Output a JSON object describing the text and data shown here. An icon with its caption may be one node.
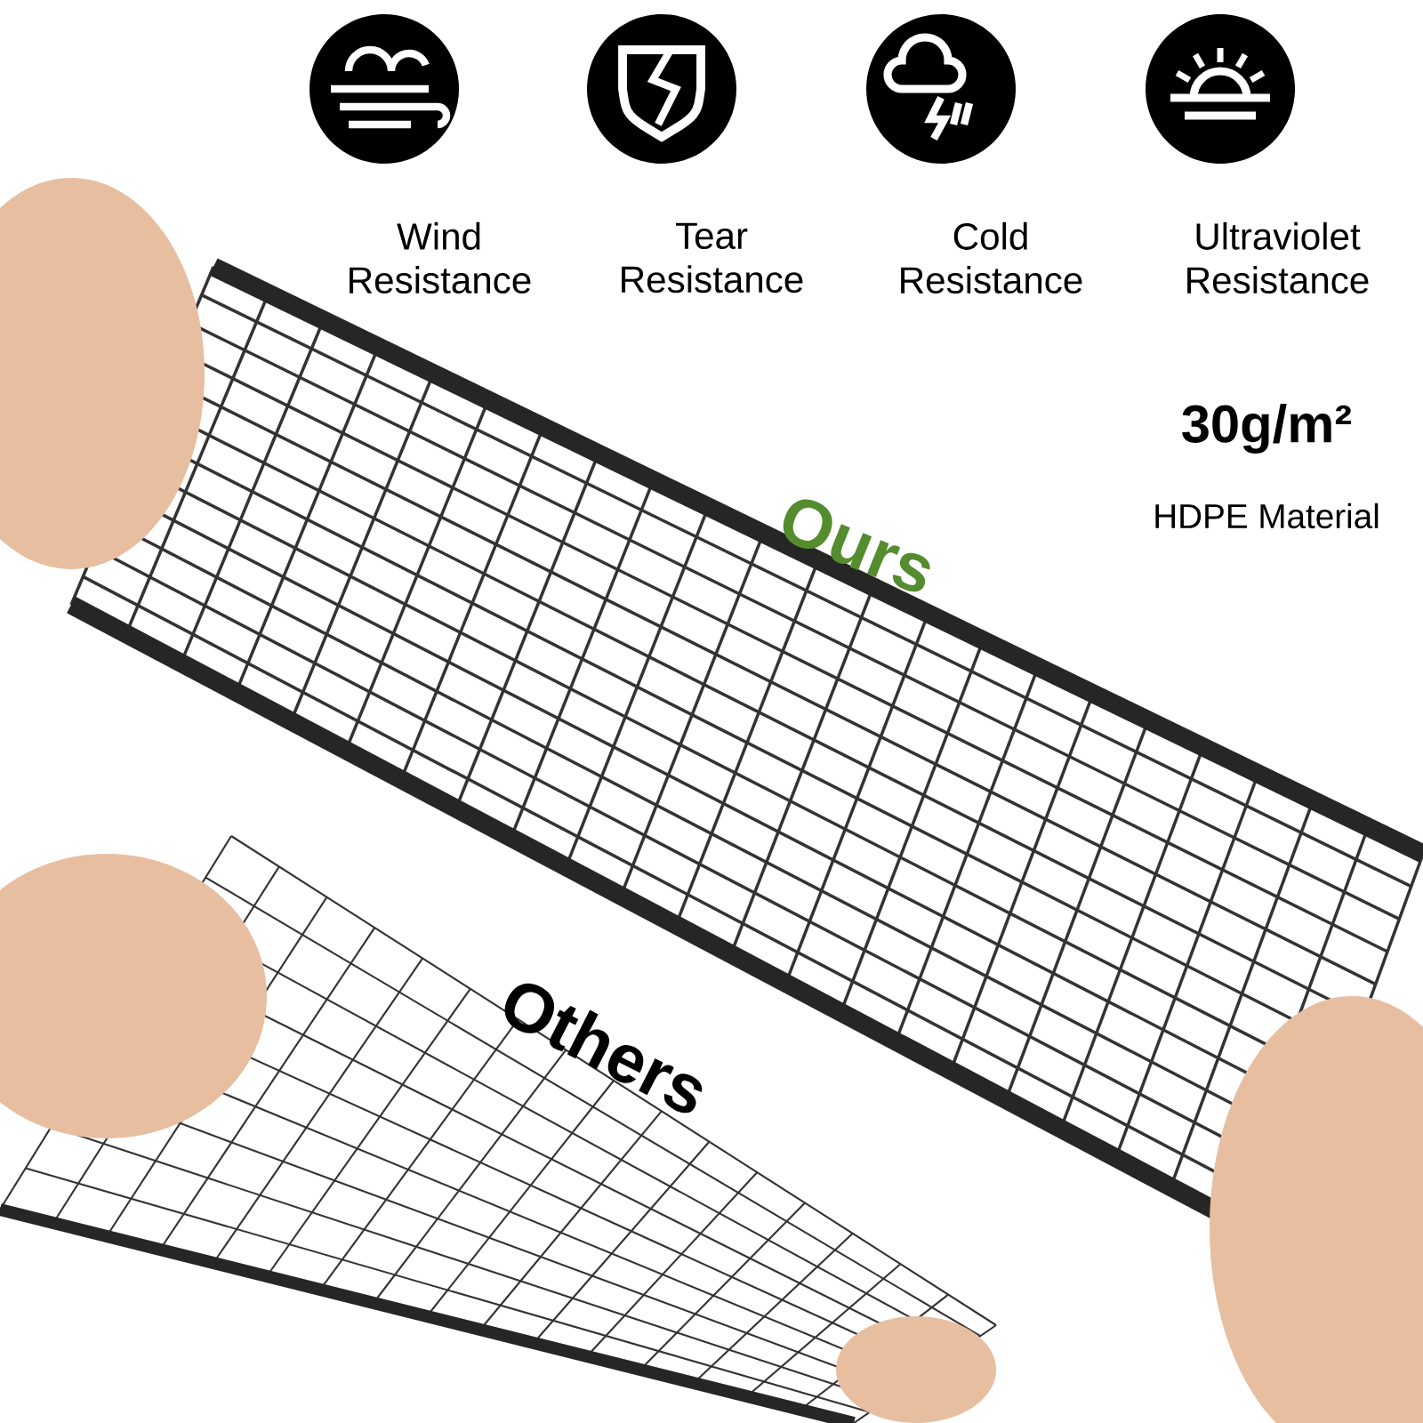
{
  "diagram": {
    "labels": [
      "Wind Resistance",
      "Tear Resistance",
      "Cold Resistance",
      "Ultraviolet Resistance",
      "30g/m²",
      "HDPE Material",
      "Ours",
      "Others"
    ]
  }
}
